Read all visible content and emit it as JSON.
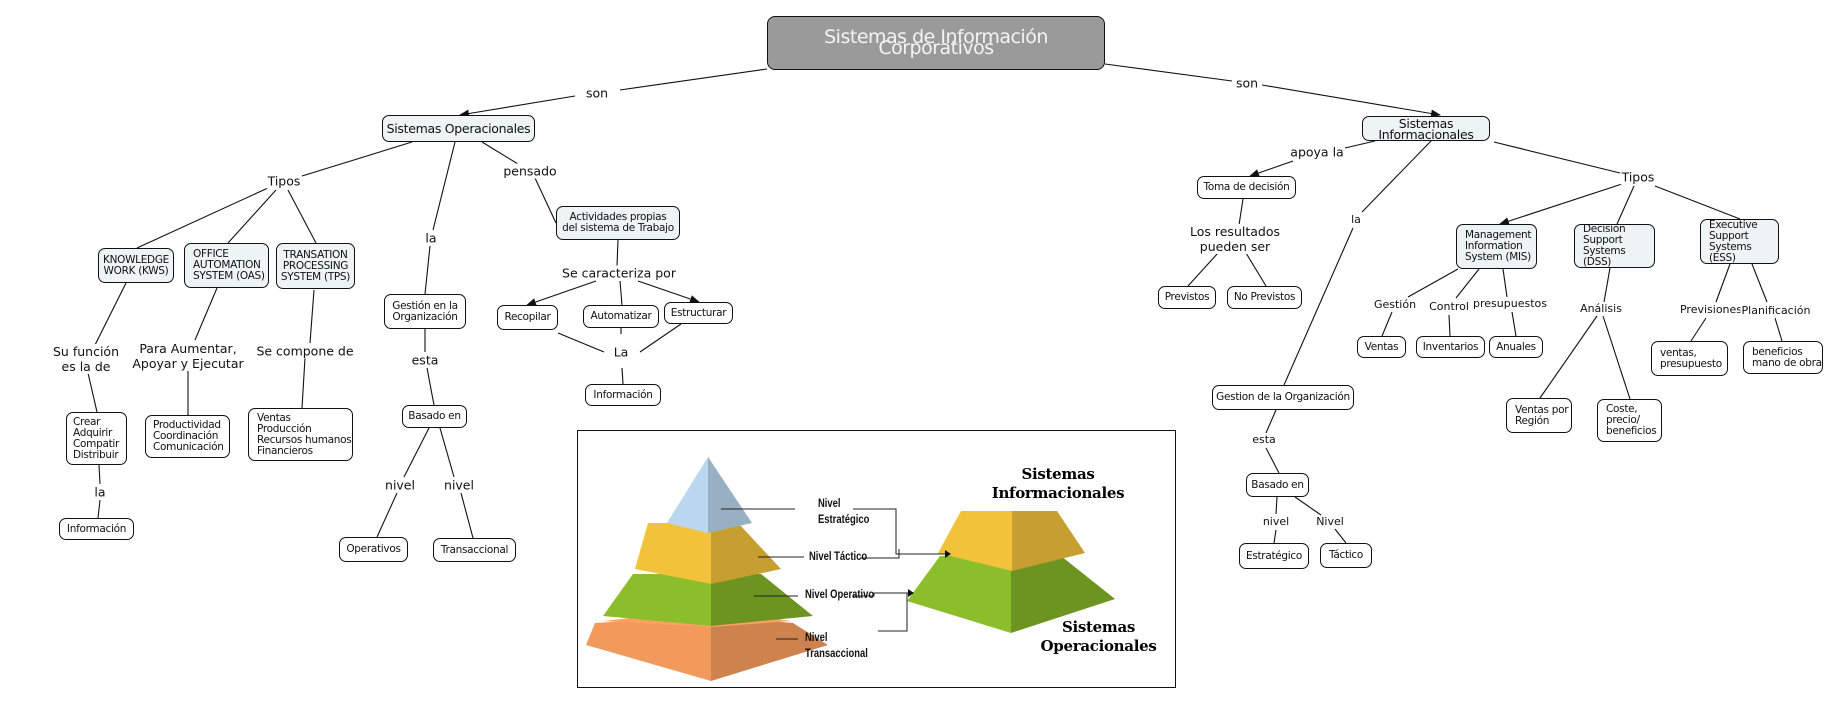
{
  "title": "Sistemas de Información Corporativos",
  "link_labels": {
    "son_left": "son",
    "son_right": "son"
  },
  "operacionales": {
    "root": "Sistemas Operacionales",
    "tipos_label": "Tipos",
    "la_label": "la",
    "pensado_label": "pensado",
    "types": [
      {
        "name": "KNOWLEDGE\nWORK (KWS)",
        "link": "Su función\nes la de",
        "child": "Crear\nAdquirir\nCompatir\nDistribuir",
        "child_link": "la",
        "grandchild": "Información"
      },
      {
        "name": "OFFICE\nAUTOMATION\nSYSTEM (OAS)",
        "link": "Para Aumentar,\nApoyar y Ejecutar",
        "child": "Productividad\nCoordinación\nComunicación"
      },
      {
        "name": "TRANSATION\nPROCESSING\nSYSTEM (TPS)",
        "link": "Se compone de",
        "child": "Ventas\nProducción\nRecursos humanos\nFinancieros"
      }
    ],
    "gestion": {
      "node": "Gestión en la\nOrganización",
      "esta_label": "esta",
      "basado": "Basado en",
      "nivel_left": "nivel",
      "nivel_right": "nivel",
      "operativos": "Operativos",
      "transaccional": "Transaccional"
    },
    "actividades": {
      "node": "Actividades propias\ndel sistema de Trabajo",
      "caracteriza_label": "Se caracteriza por",
      "recopilar": "Recopilar",
      "automatizar": "Automatizar",
      "estructurar": "Estructurar",
      "la_label": "La",
      "informacion": "Información"
    }
  },
  "informacionales": {
    "root": "Sistemas Informacionales",
    "apoya_label": "apoya la",
    "toma": "Toma de decisión",
    "resultados_label": "Los resultados\npueden ser",
    "previstos": "Previstos",
    "no_previstos": "No Previstos",
    "la_label": "la",
    "gestion": "Gestion de la Organización",
    "esta_label": "esta",
    "basado": "Basado en",
    "nivel_left": "nivel",
    "nivel_right": "Nivel",
    "estrategico": "Estratégico",
    "tactico": "Táctico",
    "tipos_label": "Tipos",
    "mis": {
      "name": "Management\nInformation\nSystem (MIS)",
      "links": [
        "Gestión",
        "Control",
        "presupuestos"
      ],
      "children": [
        "Ventas",
        "Inventarios",
        "Anuales"
      ]
    },
    "dss": {
      "name": "Decision\nSupport\nSystems (DSS)",
      "link": "Análisis",
      "children": [
        "Ventas por\nRegión",
        "Coste,\nprecio/\nbeneficios"
      ]
    },
    "ess": {
      "name": "Executive\nSupport\nSystems (ESS)",
      "links": [
        "Previsiones",
        "Planificación"
      ],
      "children": [
        "ventas,\npresupuesto",
        "beneficios\nmano de obra"
      ]
    }
  },
  "figure": {
    "levels": [
      "Nivel\nEstratégico",
      "Nivel Táctico",
      "Nivel Operativo",
      "Nivel\nTransaccional"
    ],
    "title_top": "Sistemas\nInformacionales",
    "title_bottom": "Sistemas\nOperacionales",
    "colors": {
      "estrategico": "#b9d7ef",
      "tactico": "#f2c23a",
      "operativo": "#8cbd2a",
      "transaccional": "#f29a5c"
    }
  }
}
